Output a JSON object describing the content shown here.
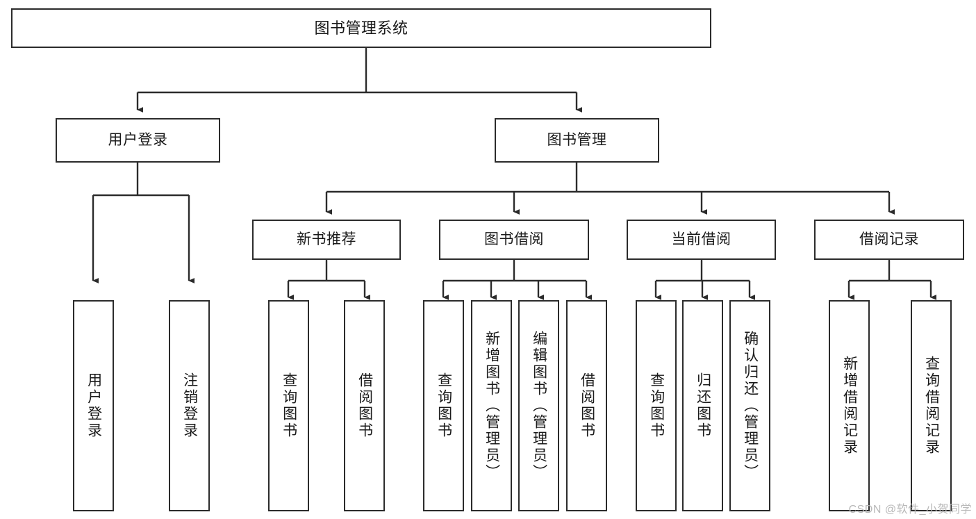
{
  "diagram": {
    "title": "图书管理系统",
    "type": "hierarchy-tree",
    "root": {
      "label": "图书管理系统"
    },
    "level2": [
      {
        "label": "用户登录"
      },
      {
        "label": "图书管理"
      }
    ],
    "level3": [
      {
        "label": "新书推荐"
      },
      {
        "label": "图书借阅"
      },
      {
        "label": "当前借阅"
      },
      {
        "label": "借阅记录"
      }
    ],
    "leaves": {
      "user_login": [
        {
          "label": "用户登录"
        },
        {
          "label": "注销登录"
        }
      ],
      "new_book_recommend": [
        {
          "label": "查询图书"
        },
        {
          "label": "借阅图书"
        }
      ],
      "book_borrow": [
        {
          "label": "查询图书"
        },
        {
          "label": "新增图书（管理员）"
        },
        {
          "label": "编辑图书（管理员）"
        },
        {
          "label": "借阅图书"
        }
      ],
      "current_borrow": [
        {
          "label": "查询图书"
        },
        {
          "label": "归还图书"
        },
        {
          "label": "确认归还（管理员）"
        }
      ],
      "borrow_record": [
        {
          "label": "新增借阅记录"
        },
        {
          "label": "查询借阅记录"
        }
      ]
    }
  },
  "watermark": {
    "text": "CSDN @软件_小贺同学"
  },
  "colors": {
    "box_border": "#2b2b2b",
    "box_fill": "#ffffff",
    "connector": "#2b2b2b",
    "text": "#1a1a1a",
    "watermark": "#b9b9b9"
  }
}
